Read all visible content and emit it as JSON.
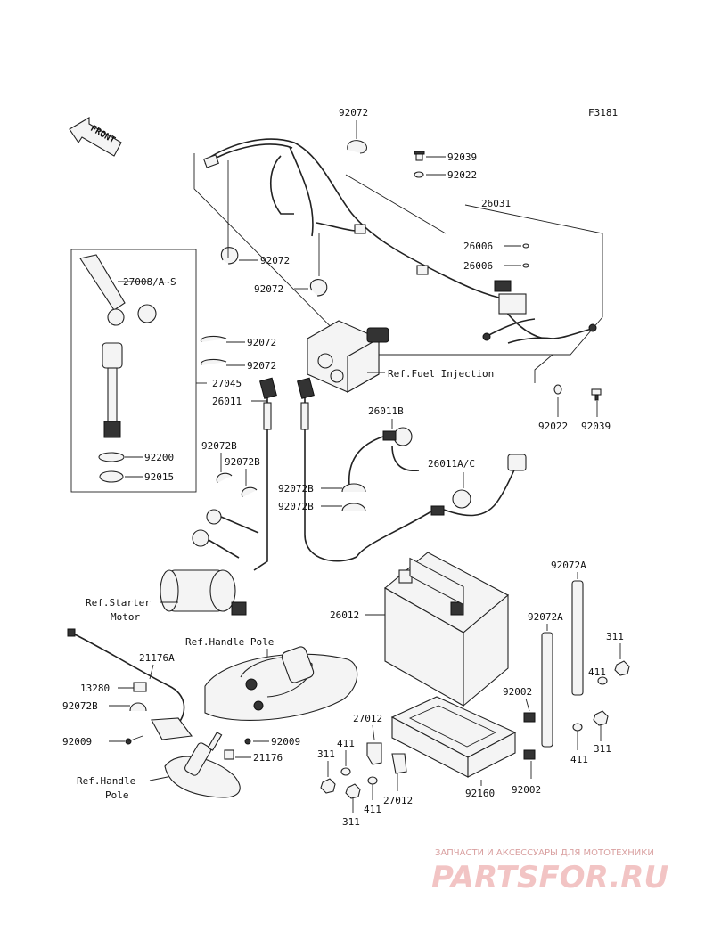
{
  "figure_code": "F3181",
  "front_label": "FRONT",
  "colors": {
    "line": "#222222",
    "watermark": "#e8a8a8"
  },
  "part_labels": {
    "p92072_top": "92072",
    "p92039_top": "92039",
    "p92022_top": "92022",
    "p26031": "26031",
    "p26006_a": "26006",
    "p26006_b": "26006",
    "p92072_l1": "92072",
    "p92072_l2": "92072",
    "p27008": "27008/A~S",
    "p92072_m1": "92072",
    "p92072_m2": "92072",
    "p27045": "27045",
    "p26011": "26011",
    "p92022_r": "92022",
    "p92039_r": "92039",
    "p26011B": "26011B",
    "p92072B_a": "92072B",
    "p92072B_b": "92072B",
    "p92200": "92200",
    "p92015": "92015",
    "p26011AC": "26011A/C",
    "p92072B_c": "92072B",
    "p92072B_d": "92072B",
    "p92072A_a": "92072A",
    "p26012": "26012",
    "p92072A_b": "92072A",
    "p311_a": "311",
    "p411_a": "411",
    "p21176A": "21176A",
    "p13280": "13280",
    "p92072B_e": "92072B",
    "p92002_a": "92002",
    "p27012_a": "27012",
    "p311_b": "311",
    "p92009_a": "92009",
    "p92009_b": "92009",
    "p411_b": "411",
    "p411_c": "411",
    "p21176": "21176",
    "p311_c": "311",
    "p92002_b": "92002",
    "p92160": "92160",
    "p27012_b": "27012",
    "p411_d": "411",
    "p311_d": "311"
  },
  "reference_labels": {
    "fuel_injection": "Ref.Fuel Injection",
    "starter_line1": "Ref.Starter",
    "starter_line2": "Motor",
    "handle_pole_top": "Ref.Handle Pole",
    "handle_pole_line1": "Ref.Handle",
    "handle_pole_line2": "Pole"
  },
  "watermark": {
    "tagline": "ЗАПЧАСТИ И АКСЕССУАРЫ ДЛЯ МОТОТЕХНИКИ",
    "logo": "PARTSFOR.RU"
  }
}
